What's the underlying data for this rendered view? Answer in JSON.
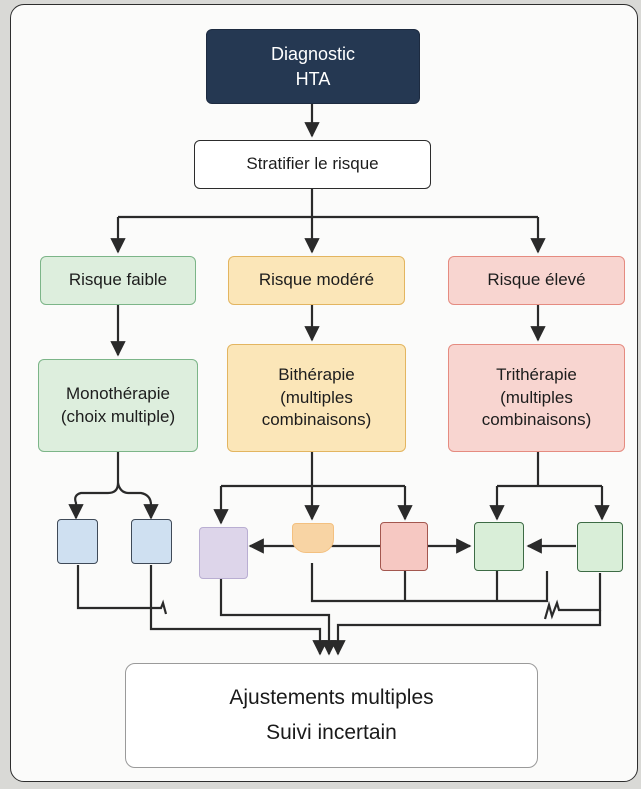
{
  "diagram": {
    "top": "Diagnostic\nHTA",
    "stratify": "Stratifier le risque",
    "risks": {
      "low": "Risque faible",
      "moderate": "Risque modéré",
      "high": "Risque élevé"
    },
    "treatments": {
      "mono": "Monothérapie\n(choix multiple)",
      "bi": "Bithérapie\n(multiples\ncombinaisons)",
      "tri": "Trithérapie\n(multiples\ncombinaisons)"
    },
    "final": {
      "line1": "Ajustements multiples",
      "line2": "Suivi incertain"
    }
  },
  "colors": {
    "dark_navy": "#253852",
    "low_risk_green": "#ddeedd",
    "moderate_orange": "#fbe6b8",
    "high_risk_red": "#f8d5d0"
  }
}
